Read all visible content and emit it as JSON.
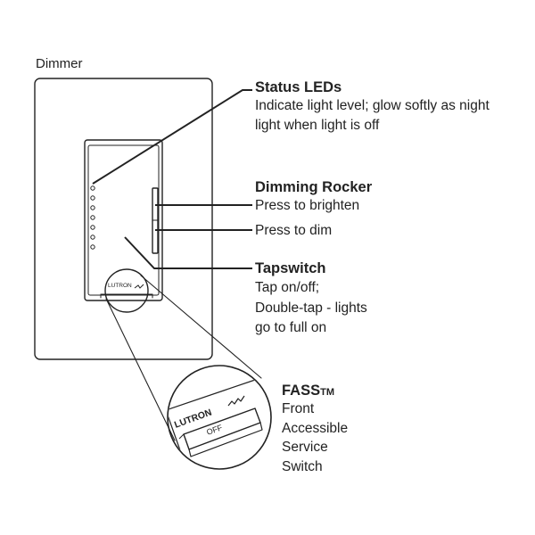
{
  "diagram": {
    "dimmer_label": "Dimmer",
    "brand": "LUTRON",
    "off_label": "OFF",
    "callouts": {
      "status_leds": {
        "title": "Status LEDs",
        "desc_line1": "Indicate light level; glow softly as night",
        "desc_line2": "light when light is off"
      },
      "dimming_rocker": {
        "title": "Dimming Rocker",
        "up": "Press to brighten",
        "down": "Press to dim"
      },
      "tapswitch": {
        "title": "Tapswitch",
        "desc_line1": "Tap on/off;",
        "desc_line2": "Double-tap - lights",
        "desc_line3": "go to full on"
      },
      "fass": {
        "title": "FASS",
        "title_suffix": "TM",
        "desc_line1": "Front",
        "desc_line2": "Accessible",
        "desc_line3": "Service",
        "desc_line4": "Switch"
      }
    },
    "colors": {
      "line": "#222222",
      "background": "#ffffff"
    }
  }
}
